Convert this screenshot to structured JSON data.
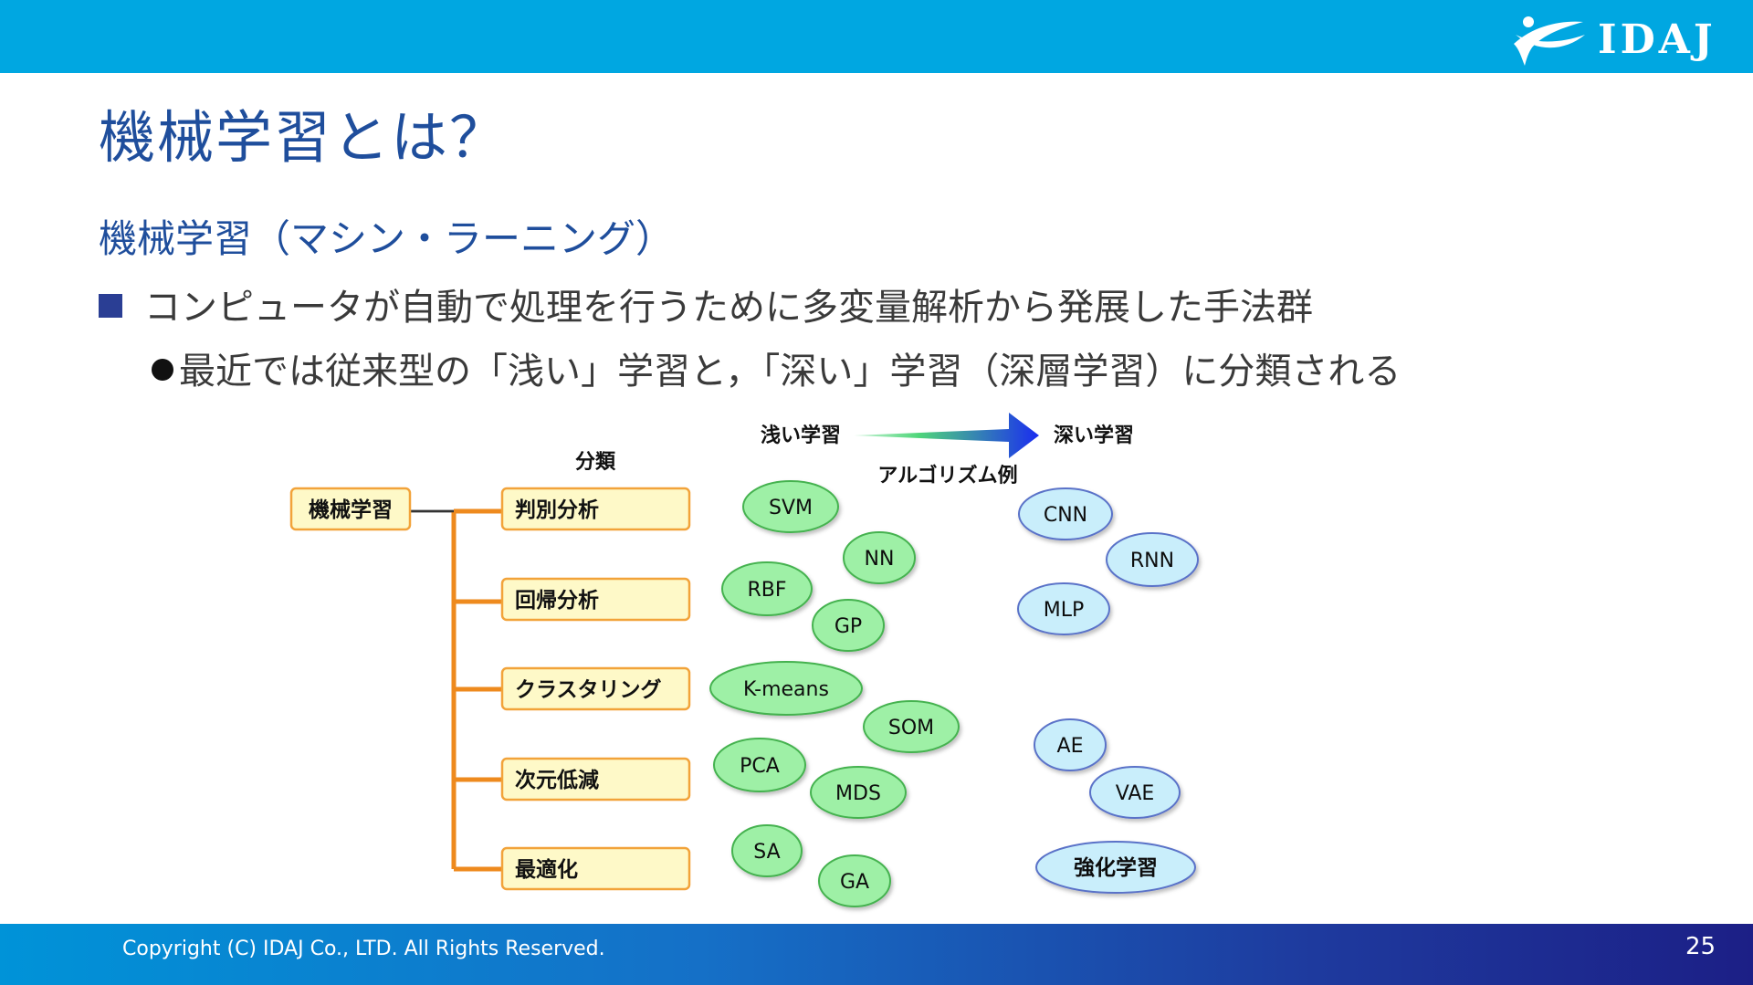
{
  "header": {
    "logo_text": "IDAJ",
    "bar_color": "#00a7e1"
  },
  "title": "機械学習とは？",
  "subtitle": "機械学習（マシン・ラーニング）",
  "bullets": {
    "level1": "コンピュータが自動で処理を行うために多変量解析から発展した手法群",
    "level2": "最近では従来型の「浅い」学習と，「深い」学習（深層学習）に分類される"
  },
  "diagram": {
    "classification_header": "分類",
    "shallow_label": "浅い学習",
    "deep_label": "深い学習",
    "algo_header": "アルゴリズム例",
    "root": "機械学習",
    "categories": [
      "判別分析",
      "回帰分析",
      "クラスタリング",
      "次元低減",
      "最適化"
    ],
    "shallow_algorithms": [
      "SVM",
      "NN",
      "RBF",
      "GP",
      "K-means",
      "SOM",
      "PCA",
      "MDS",
      "SA",
      "GA"
    ],
    "deep_algorithms": [
      "CNN",
      "RNN",
      "MLP",
      "AE",
      "VAE",
      "強化学習"
    ],
    "colors": {
      "box_fill": "#fef9c8",
      "box_stroke": "#f2a33a",
      "tree_line": "#ee8a1e",
      "shallow_fill": "#9ef0a6",
      "shallow_stroke": "#44b24f",
      "deep_fill": "#c9eefb",
      "deep_stroke": "#5a72c8",
      "arrow_start": "#4fd67a",
      "arrow_end": "#1a2cf0"
    }
  },
  "footer": {
    "copyright": "Copyright (C) IDAJ Co., LTD. All Rights Reserved.",
    "page_number": "25"
  }
}
